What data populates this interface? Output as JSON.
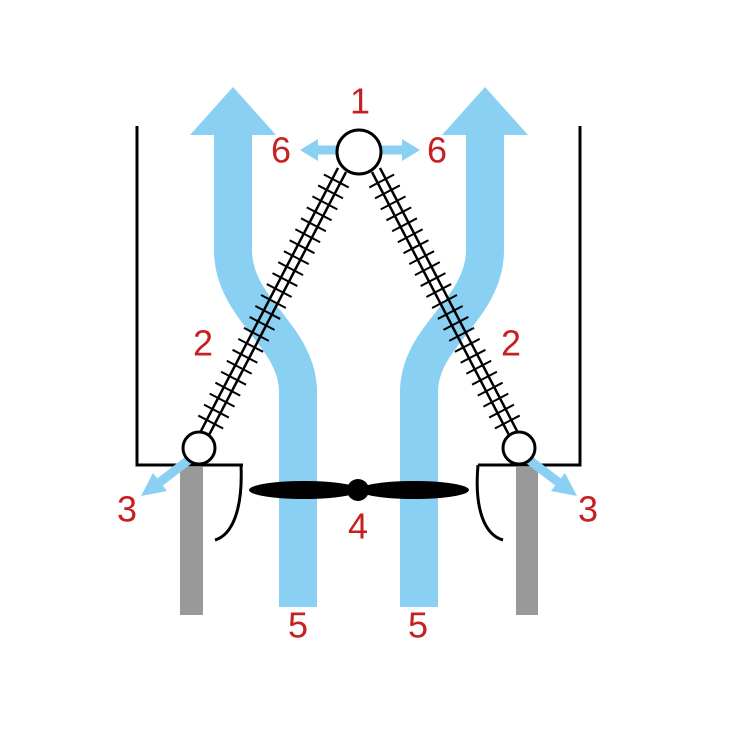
{
  "colors": {
    "airflow": "#89d0f3",
    "lines": "#000000",
    "labels": "#c62020",
    "supports": "#999999",
    "background": "#ffffff"
  },
  "labels": {
    "pivot_top": "1",
    "coil_left": "2",
    "coil_right": "2",
    "exhaust_left": "3",
    "exhaust_right": "3",
    "fan": "4",
    "inlet_left": "5",
    "inlet_right": "5",
    "side_flow_left": "6",
    "side_flow_right": "6"
  }
}
